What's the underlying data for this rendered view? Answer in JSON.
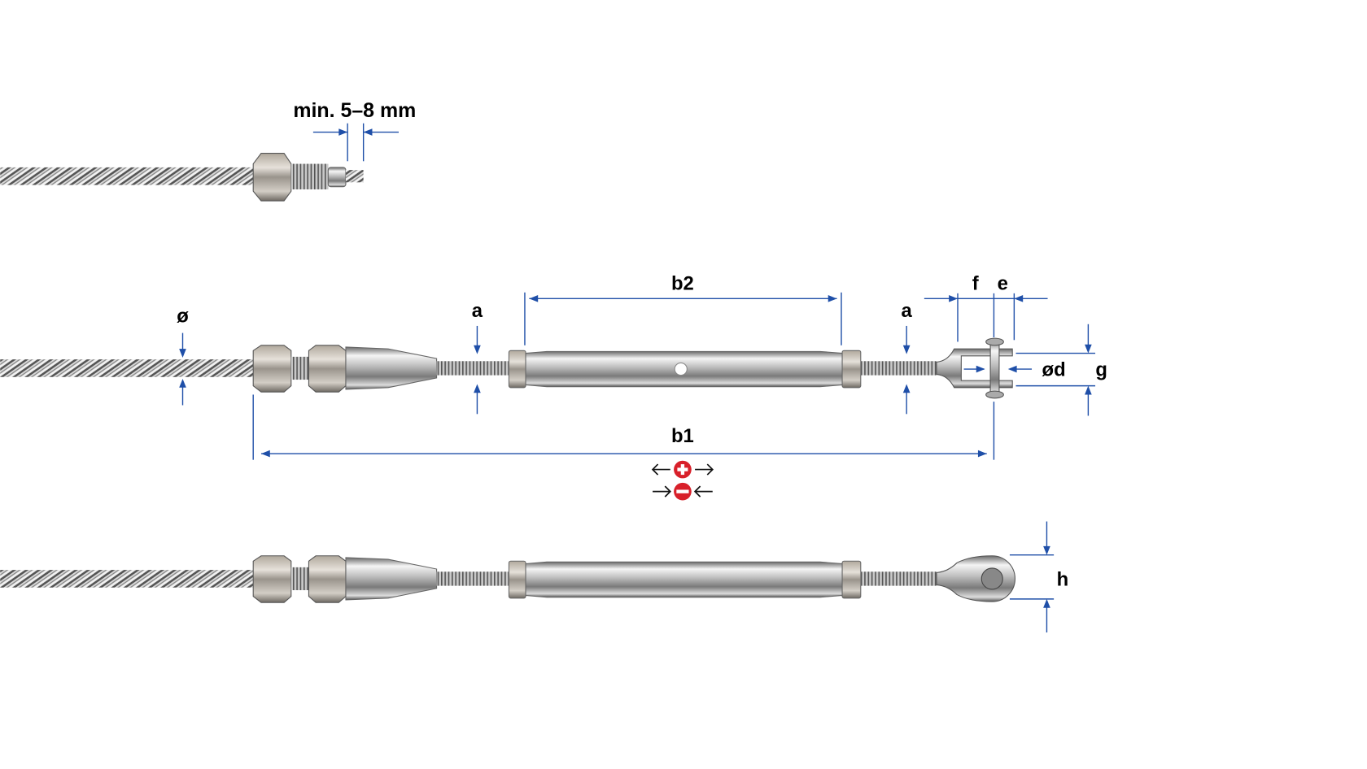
{
  "labels": {
    "strip_length": "min. 5–8 mm",
    "diameter": "ø",
    "a_left": "a",
    "a_right": "a",
    "b2": "b2",
    "b1": "b1",
    "f": "f",
    "e": "e",
    "pin_diameter": "ød",
    "g": "g",
    "h": "h"
  },
  "icons": [
    "plus-icon",
    "minus-icon",
    "arrow-icon"
  ],
  "colors": {
    "dimension": "#1f4fa8",
    "plus_minus": "#d8202a"
  }
}
